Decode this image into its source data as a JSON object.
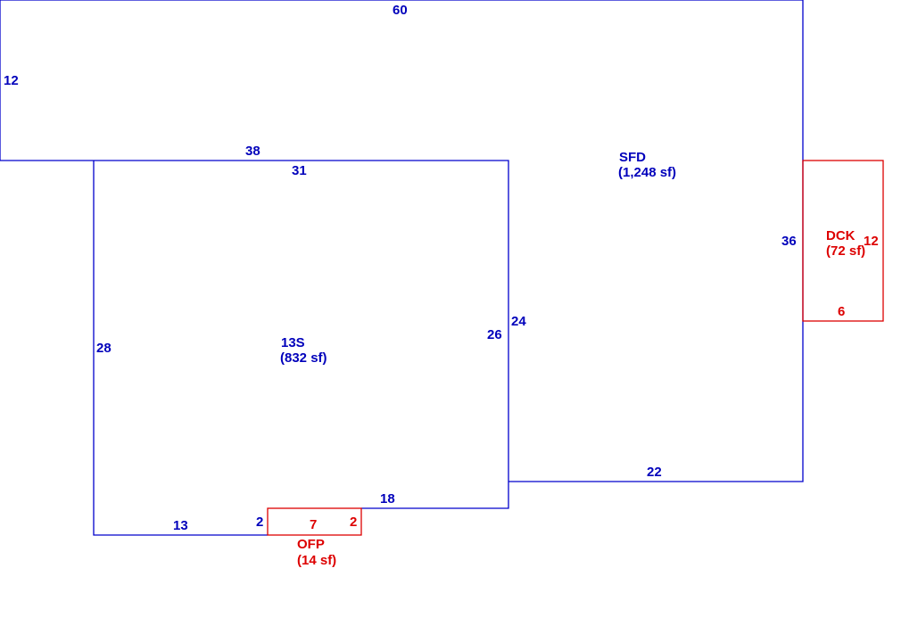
{
  "colors": {
    "living": "#0000cc",
    "exterior": "#dd0000",
    "background": "#ffffff"
  },
  "areas": {
    "sfd": {
      "code": "SFD",
      "area": "(1,248 sf)"
    },
    "story13": {
      "code": "13S",
      "area": "(832 sf)"
    },
    "dck": {
      "code": "DCK",
      "area": "(72 sf)"
    },
    "ofp": {
      "code": "OFP",
      "area": "(14 sf)"
    }
  },
  "dimensions": {
    "sfd_top": "60",
    "sfd_left": "12",
    "sfd_ledge": "38",
    "sfd_right": "36",
    "sfd_bottom": "22",
    "sfd_inner": "24",
    "s13_top": "31",
    "s13_left": "28",
    "s13_right": "26",
    "s13_bottom_left": "13",
    "s13_bottom_right": "18",
    "s13_notch": "2",
    "dck_right": "12",
    "dck_bottom": "6",
    "ofp_width": "7",
    "ofp_depth": "2"
  }
}
